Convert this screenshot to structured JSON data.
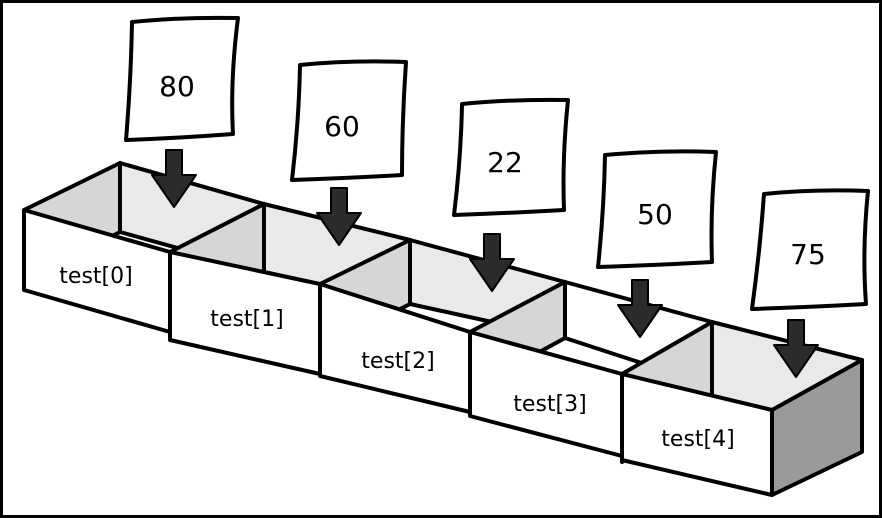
{
  "boxes": [
    {
      "label": "test[0]"
    },
    {
      "label": "test[1]"
    },
    {
      "label": "test[2]"
    },
    {
      "label": "test[3]"
    },
    {
      "label": "test[4]"
    }
  ],
  "cards": [
    {
      "value": "80"
    },
    {
      "value": "60"
    },
    {
      "value": "22"
    },
    {
      "value": "50"
    },
    {
      "value": "75"
    }
  ]
}
